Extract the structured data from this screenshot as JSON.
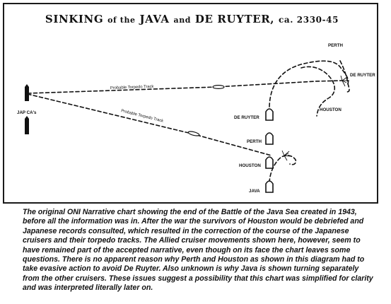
{
  "title": {
    "part1": "SINKING",
    "part2": "of the",
    "part3": "JAVA",
    "part4": "and",
    "part5": "DE RUYTER,",
    "part6": "ca. 2330-45"
  },
  "labels": {
    "jap": "JAP CA's",
    "track_upper": "Probable Torpedo Track",
    "track_lower": "Probable Torpedo Track",
    "perth_top": "PERTH",
    "de_ruyter_top": "DE RUYTER",
    "houston_top": "HOUSTON",
    "de_ruyter": "DE RUYTER",
    "perth": "PERTH",
    "houston": "HOUSTON",
    "java": "JAVA"
  },
  "caption": "The original ONI Narrative chart showing the end of the Battle of the Java Sea created in 1943, before all the information was in.  After the war the survivors of Houston would be debriefed and Japanese records consulted, which resulted in the correction of the course of the Japanese cruisers and their torpedo tracks.  The Allied cruiser movements shown here, however, seem to have remained part of the accepted narrative, even though on its face the chart leaves some questions.  There is no apparent reason why Perth and Houston as shown in this diagram had to take evasive action to avoid De Ruyter. Also unknown is why Java is shown turning separately from the other cruisers.  These issues suggest a possibility  that this chart was simplified for clarity and was interpreted literally later on."
}
